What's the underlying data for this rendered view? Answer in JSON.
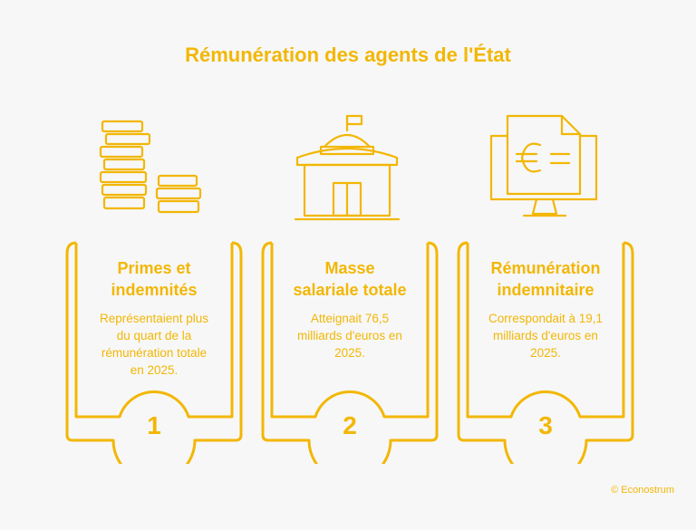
{
  "title": "Rémunération des agents de l'État",
  "accent_color": "#f2b705",
  "cards": [
    {
      "icon": "coin-stacks-icon",
      "title_line1": "Primes et",
      "title_line2": "indemnités",
      "text_lines": [
        "Représentaient plus",
        "du quart de la",
        "rémunération totale",
        "en 2025."
      ],
      "number": "1"
    },
    {
      "icon": "government-building-icon",
      "title_line1": "Masse",
      "title_line2": "salariale totale",
      "text_lines": [
        "Atteignait 76,5",
        "milliards d'euros en",
        "2025."
      ],
      "number": "2"
    },
    {
      "icon": "euro-document-monitor-icon",
      "title_line1": "Rémunération",
      "title_line2": "indemnitaire",
      "text_lines": [
        "Correspondait à 19,1",
        "milliards d'euros en",
        "2025."
      ],
      "number": "3"
    }
  ],
  "credit": "© Econostrum"
}
